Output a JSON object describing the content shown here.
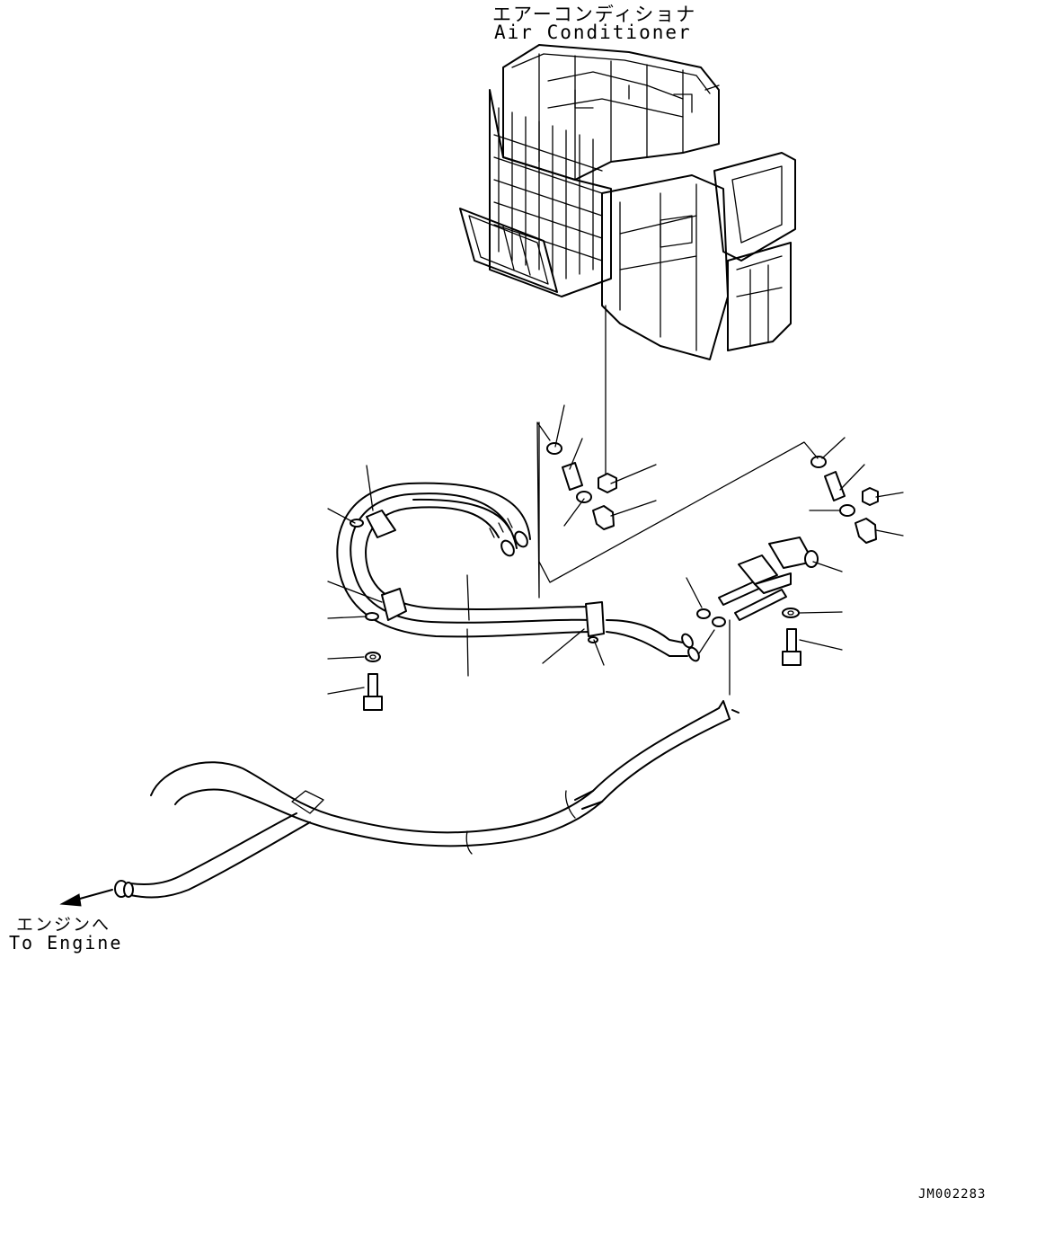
{
  "labels": {
    "air_conditioner_jp": "エアーコンディショナ",
    "air_conditioner_en": "Air Conditioner",
    "to_engine_jp": "エンジンへ",
    "to_engine_en": "To Engine",
    "drawing_code": "JM002283"
  },
  "colors": {
    "line": "#000000",
    "background": "#ffffff"
  }
}
